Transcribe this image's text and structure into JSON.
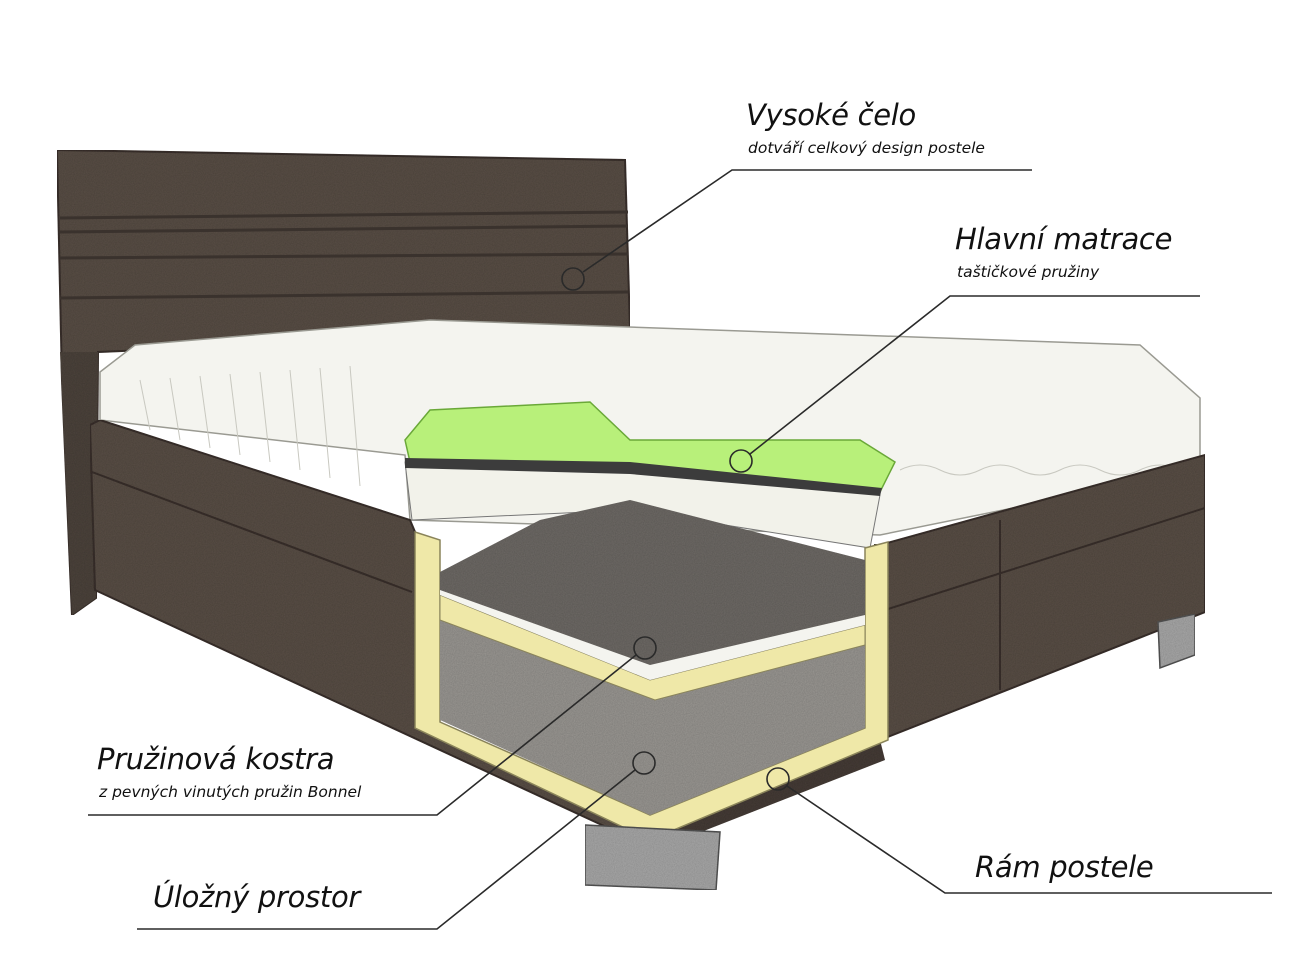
{
  "labels": {
    "headboard": {
      "title": "Vysoké čelo",
      "subtitle": "dotváří celkový design postele"
    },
    "mattress": {
      "title": "Hlavní matrace",
      "subtitle": "taštičkové pružiny"
    },
    "spring_frame": {
      "title": "Pružinová kostra",
      "subtitle": "z pevných vinutých pružin Bonnel"
    },
    "storage": {
      "title": "Úložný prostor"
    },
    "bed_frame": {
      "title": "Rám postele"
    }
  },
  "colors": {
    "fabric": "#5a4f47",
    "fabric_dark": "#463d37",
    "mattress": "#f4f4ef",
    "foam": "#b8f07a",
    "frame_board": "#efe8a8",
    "storage": "#9a9793",
    "leader": "#2a2a2a"
  }
}
